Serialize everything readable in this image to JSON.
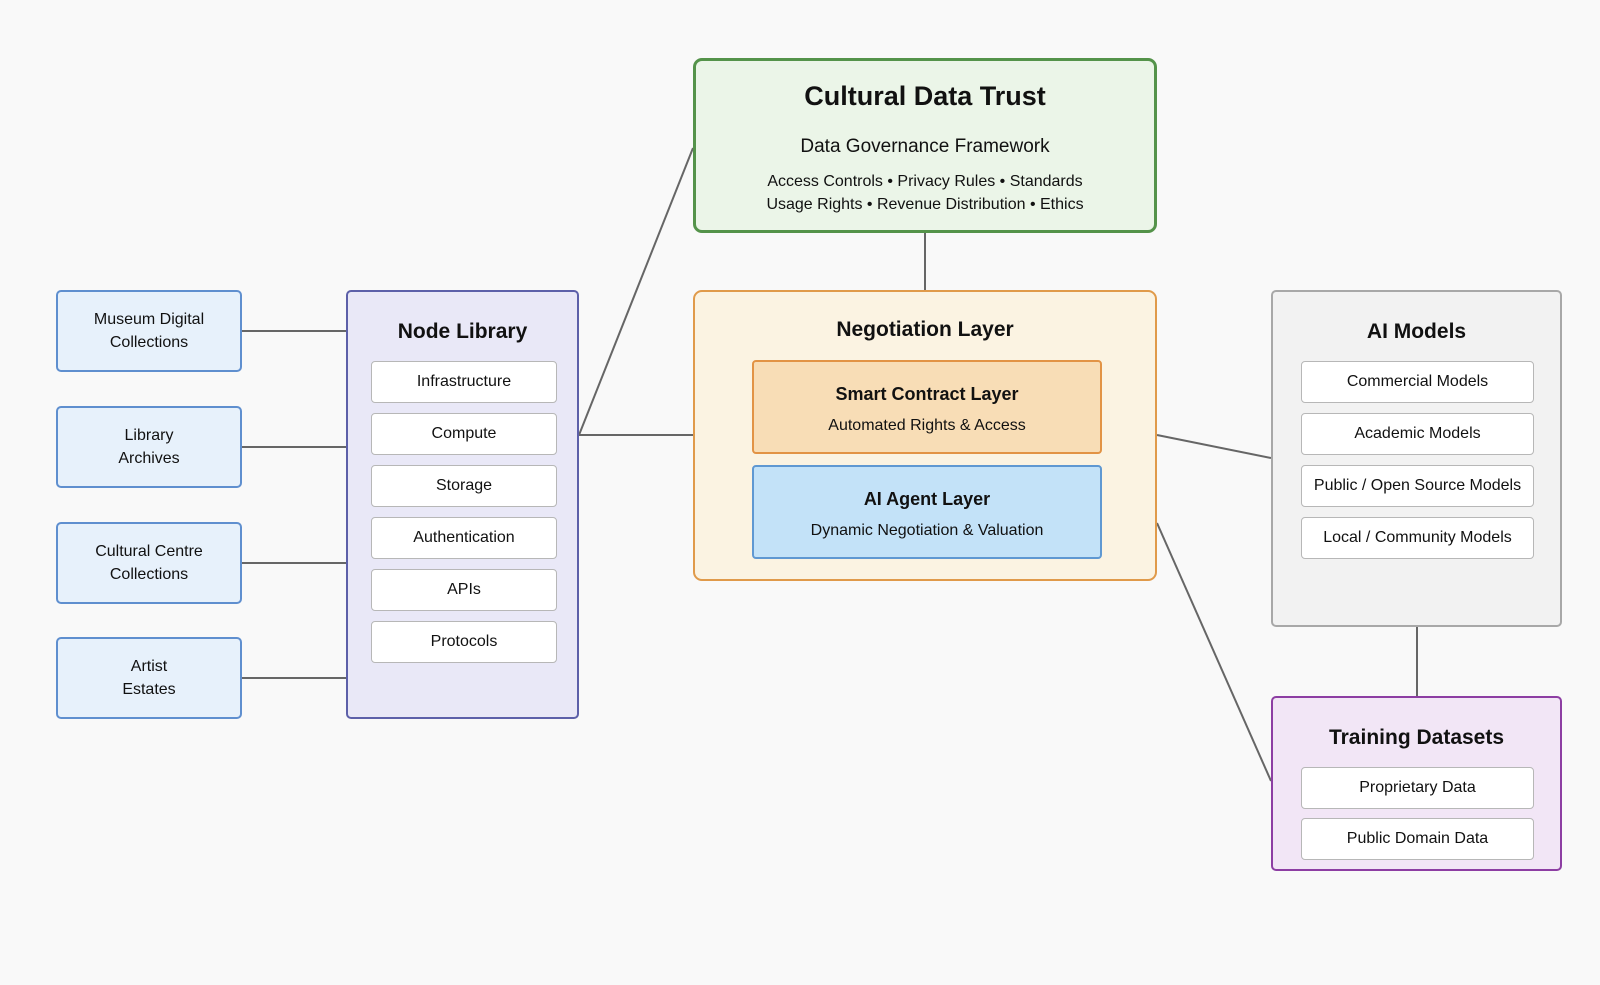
{
  "diagram": {
    "trust": {
      "title": "Cultural Data Trust",
      "subtitle": "Data Governance Framework",
      "line1": "Access Controls • Privacy Rules • Standards",
      "line2": "Usage Rights • Revenue Distribution • Ethics"
    },
    "sources": [
      {
        "label": "Museum Digital\nCollections"
      },
      {
        "label": "Library\nArchives"
      },
      {
        "label": "Cultural Centre\nCollections"
      },
      {
        "label": "Artist\nEstates"
      }
    ],
    "node_library": {
      "title": "Node Library",
      "items": [
        "Infrastructure",
        "Compute",
        "Storage",
        "Authentication",
        "APIs",
        "Protocols"
      ]
    },
    "negotiation": {
      "title": "Negotiation Layer",
      "smart_contract": {
        "title": "Smart Contract Layer",
        "subtitle": "Automated Rights & Access"
      },
      "ai_agent": {
        "title": "AI Agent Layer",
        "subtitle": "Dynamic Negotiation & Valuation"
      }
    },
    "ai_models": {
      "title": "AI Models",
      "items": [
        "Commercial Models",
        "Academic Models",
        "Public / Open Source Models",
        "Local / Community Models"
      ]
    },
    "training": {
      "title": "Training Datasets",
      "items": [
        "Proprietary Data",
        "Public Domain Data"
      ]
    },
    "colors": {
      "connector": "#666666",
      "trust_border": "#54934a",
      "trust_fill": "#ebf5e8",
      "negotiation_border": "#e09a4a",
      "negotiation_fill": "#fbf3e2",
      "smart_contract_fill": "#f8ddb6",
      "ai_agent_fill": "#c3e2f8",
      "node_library_border": "#5d60a9",
      "node_library_fill": "#e9e8f7",
      "source_border": "#5f8fcf",
      "source_fill": "#e7f1fb",
      "ai_models_border": "#a8a8a8",
      "training_border": "#8d3ea3",
      "training_fill": "#f2e6f6"
    }
  }
}
